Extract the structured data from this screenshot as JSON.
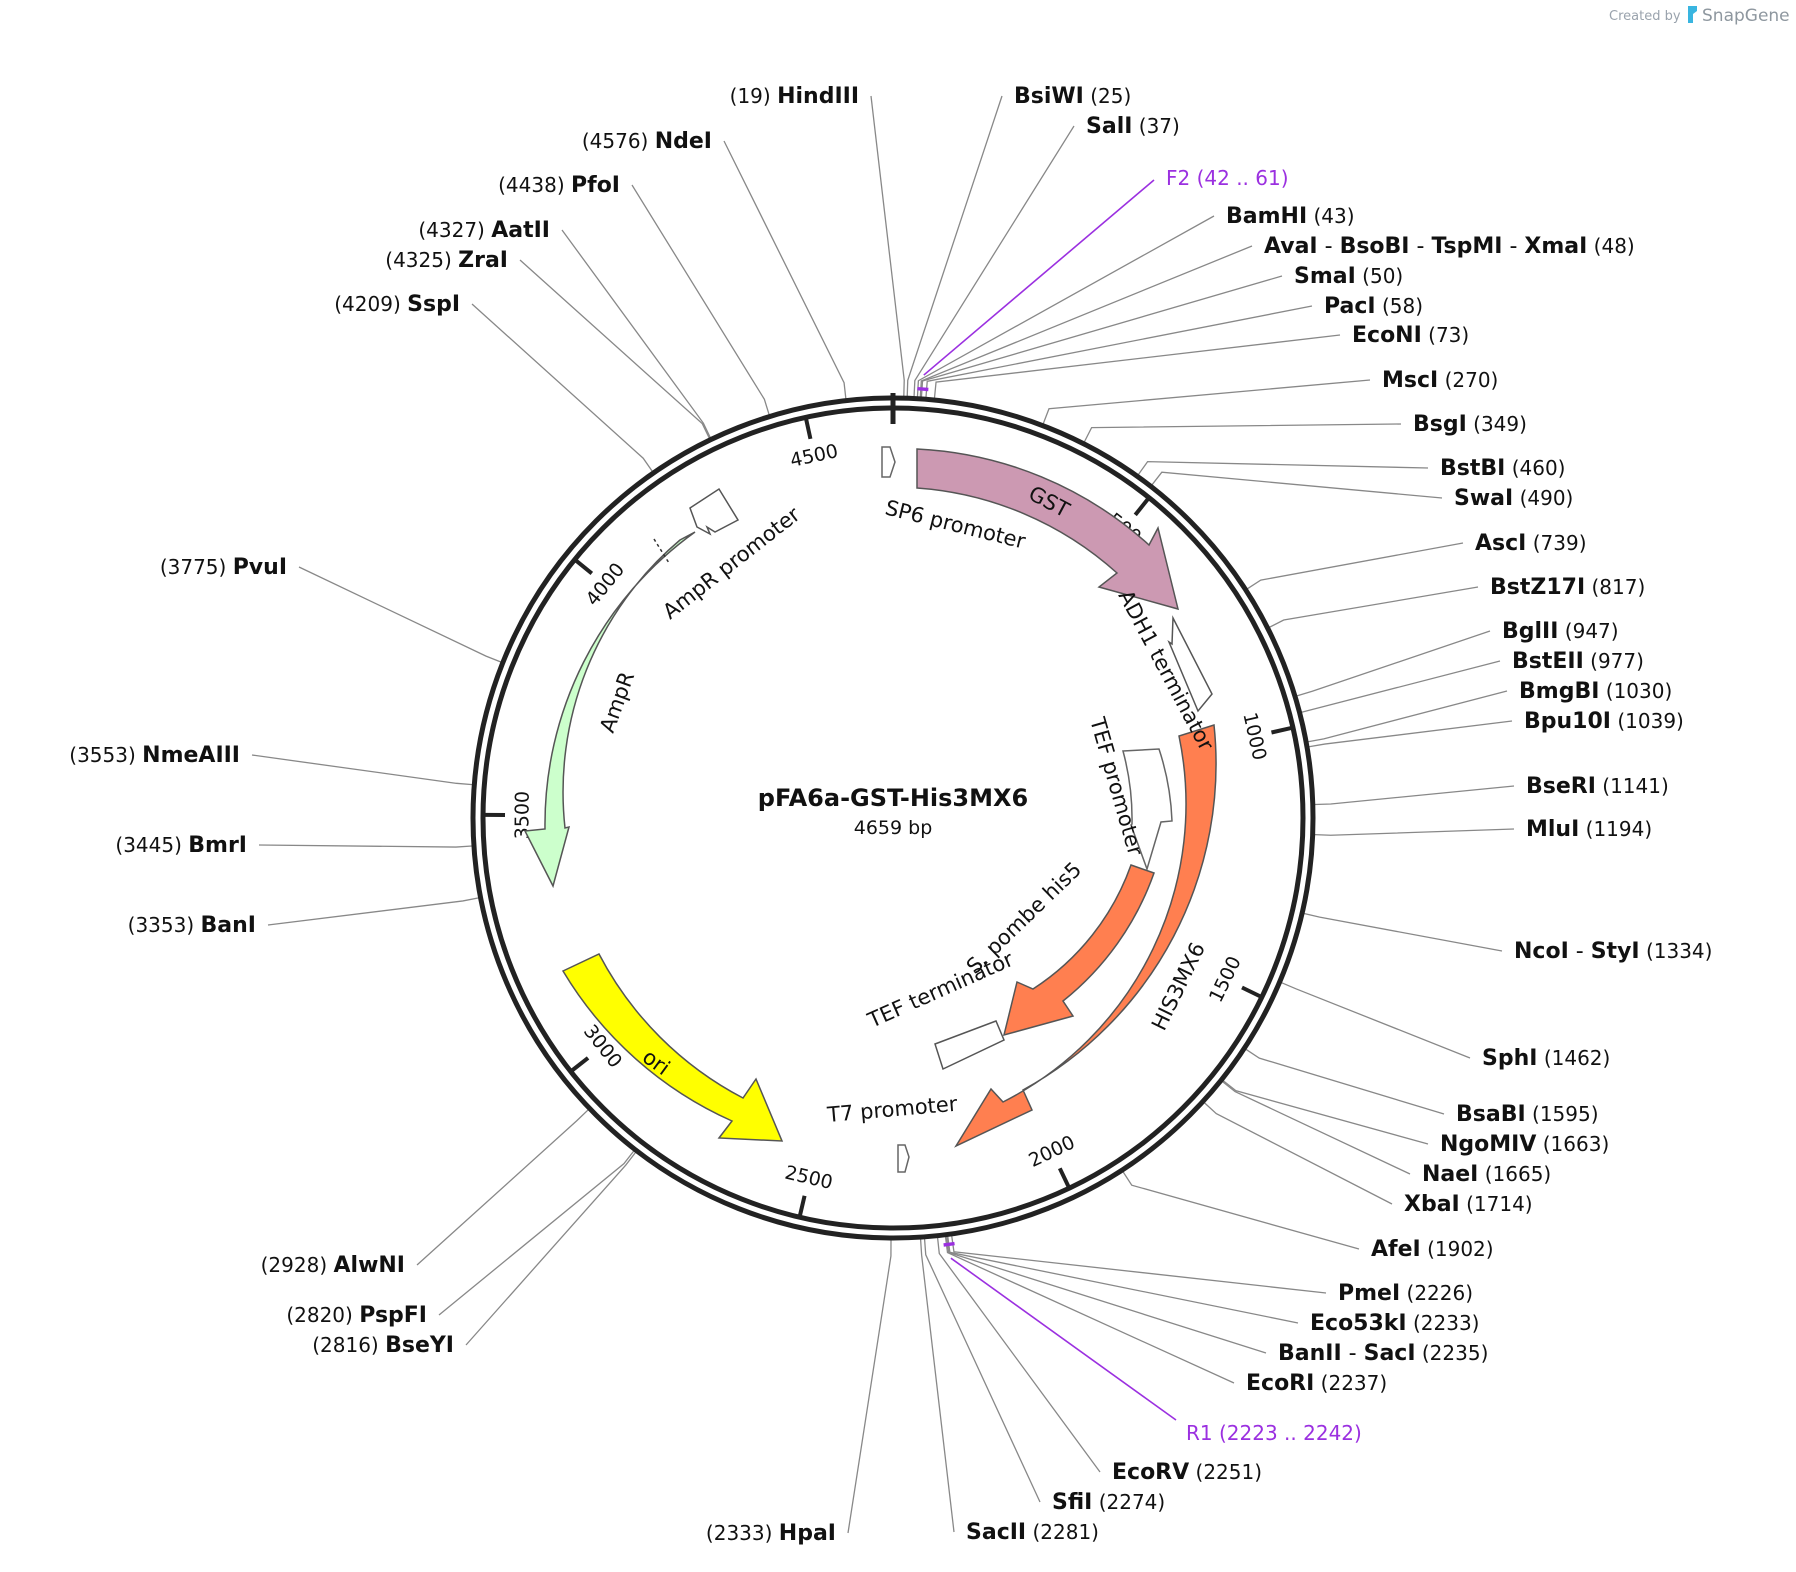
{
  "credit": {
    "prefix": "Created by",
    "brand": "SnapGene"
  },
  "plasmid": {
    "name": "pFA6a-GST-His3MX6",
    "length_label": "4659 bp",
    "length": 4659
  },
  "ticks": [
    "500",
    "1000",
    "1500",
    "2000",
    "2500",
    "3000",
    "3500",
    "4000",
    "4500"
  ],
  "tick_values": [
    500,
    1000,
    1500,
    2000,
    2500,
    3000,
    3500,
    4000,
    4500
  ],
  "colors": {
    "backbone": "#222222",
    "gst": "#cc99b2",
    "his3mx6": "#ff7f50",
    "s_pombe_his5": "#ff7f50",
    "ampr": "#ccffcc",
    "ori": "#ffff00",
    "primer": "#9b30e0",
    "leader": "#888888"
  },
  "features": {
    "sp6": "SP6 promoter",
    "gst": "GST",
    "adh1": "ADH1 terminator",
    "his3mx6": "HIS3MX6",
    "tef_promoter": "TEF promoter",
    "his5": "S. pombe his5",
    "tef_terminator": "TEF terminator",
    "t7": "T7 promoter",
    "ori": "ori",
    "ampr": "AmpR",
    "ampr_promoter": "AmpR promoter"
  },
  "sites": [
    {
      "pos": "(19)",
      "names": [
        "HindIII"
      ]
    },
    {
      "pos": "(25)",
      "names": [
        "BsiWI"
      ]
    },
    {
      "pos": "(37)",
      "names": [
        "SalI"
      ]
    },
    {
      "pos": "(43)",
      "names": [
        "BamHI"
      ]
    },
    {
      "pos": "(48)",
      "names": [
        "AvaI",
        "BsoBI",
        "TspMI",
        "XmaI"
      ]
    },
    {
      "pos": "(50)",
      "names": [
        "SmaI"
      ]
    },
    {
      "pos": "(58)",
      "names": [
        "PacI"
      ]
    },
    {
      "pos": "(73)",
      "names": [
        "EcoNI"
      ]
    },
    {
      "pos": "(270)",
      "names": [
        "MscI"
      ]
    },
    {
      "pos": "(349)",
      "names": [
        "BsgI"
      ]
    },
    {
      "pos": "(460)",
      "names": [
        "BstBI"
      ]
    },
    {
      "pos": "(490)",
      "names": [
        "SwaI"
      ]
    },
    {
      "pos": "(739)",
      "names": [
        "AscI"
      ]
    },
    {
      "pos": "(817)",
      "names": [
        "BstZ17I"
      ]
    },
    {
      "pos": "(947)",
      "names": [
        "BglII"
      ]
    },
    {
      "pos": "(977)",
      "names": [
        "BstEII"
      ]
    },
    {
      "pos": "(1030)",
      "names": [
        "BmgBI"
      ]
    },
    {
      "pos": "(1039)",
      "names": [
        "Bpu10I"
      ]
    },
    {
      "pos": "(1141)",
      "names": [
        "BseRI"
      ]
    },
    {
      "pos": "(1194)",
      "names": [
        "MluI"
      ]
    },
    {
      "pos": "(1334)",
      "names": [
        "NcoI",
        "StyI"
      ]
    },
    {
      "pos": "(1462)",
      "names": [
        "SphI"
      ]
    },
    {
      "pos": "(1595)",
      "names": [
        "BsaBI"
      ]
    },
    {
      "pos": "(1663)",
      "names": [
        "NgoMIV"
      ]
    },
    {
      "pos": "(1665)",
      "names": [
        "NaeI"
      ]
    },
    {
      "pos": "(1714)",
      "names": [
        "XbaI"
      ]
    },
    {
      "pos": "(1902)",
      "names": [
        "AfeI"
      ]
    },
    {
      "pos": "(2226)",
      "names": [
        "PmeI"
      ]
    },
    {
      "pos": "(2233)",
      "names": [
        "Eco53kI"
      ]
    },
    {
      "pos": "(2235)",
      "names": [
        "BanII",
        "SacI"
      ]
    },
    {
      "pos": "(2237)",
      "names": [
        "EcoRI"
      ]
    },
    {
      "pos": "(2251)",
      "names": [
        "EcoRV"
      ]
    },
    {
      "pos": "(2274)",
      "names": [
        "SfiI"
      ]
    },
    {
      "pos": "(2281)",
      "names": [
        "SacII"
      ]
    },
    {
      "pos": "(2333)",
      "names": [
        "HpaI"
      ]
    },
    {
      "pos": "(2816)",
      "names": [
        "BseYI"
      ]
    },
    {
      "pos": "(2820)",
      "names": [
        "PspFI"
      ]
    },
    {
      "pos": "(2928)",
      "names": [
        "AlwNI"
      ]
    },
    {
      "pos": "(3353)",
      "names": [
        "BanI"
      ]
    },
    {
      "pos": "(3445)",
      "names": [
        "BmrI"
      ]
    },
    {
      "pos": "(3553)",
      "names": [
        "NmeAIII"
      ]
    },
    {
      "pos": "(3775)",
      "names": [
        "PvuI"
      ]
    },
    {
      "pos": "(4209)",
      "names": [
        "SspI"
      ]
    },
    {
      "pos": "(4325)",
      "names": [
        "ZraI"
      ]
    },
    {
      "pos": "(4327)",
      "names": [
        "AatII"
      ]
    },
    {
      "pos": "(4438)",
      "names": [
        "PfoI"
      ]
    },
    {
      "pos": "(4576)",
      "names": [
        "NdeI"
      ]
    }
  ],
  "primers": [
    {
      "name": "F2",
      "range": "(42 .. 61)"
    },
    {
      "name": "R1",
      "range": "(2223 .. 2242)"
    }
  ]
}
